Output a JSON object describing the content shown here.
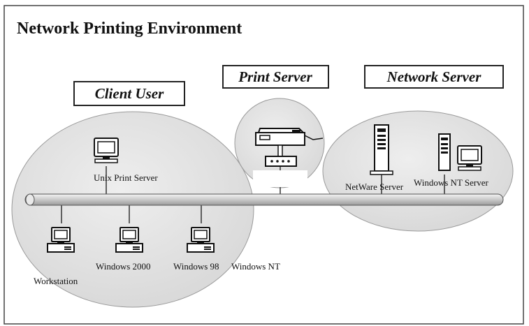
{
  "title": "Network Printing Environment",
  "groups": {
    "client": "Client User",
    "print_server": "Print Server",
    "network_server": "Network Server"
  },
  "devices": {
    "unix": "Unix Print Server",
    "workstation": "Workstation",
    "win2000": "Windows 2000",
    "win98": "Windows 98",
    "winnt": "Windows NT",
    "netware": "NetWare Server",
    "winnt_server": "Windows NT Server"
  },
  "colors": {
    "zone_fill": "#e3e3e3",
    "border": "#444444",
    "text": "#111111"
  }
}
